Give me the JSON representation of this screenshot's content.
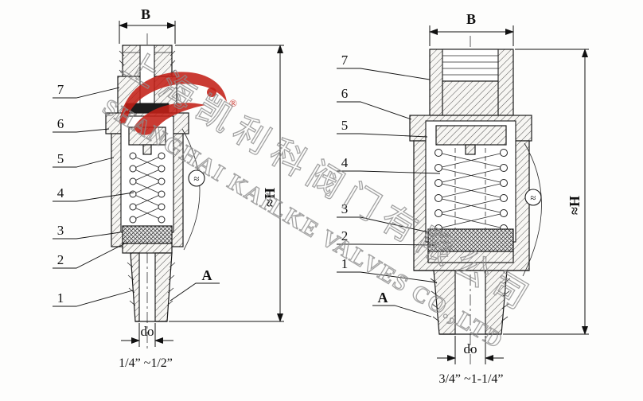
{
  "watermark": {
    "chinese": "上海凯利科阀门有限公司",
    "english": "SHANGHAI KAILKE VALVES CO.,LTD",
    "registered": "®"
  },
  "views": {
    "left": {
      "caption": "1/4” ~1/2”",
      "dim_width": "B",
      "dim_height": "≈H",
      "dim_bore": "do",
      "section_label": "A",
      "detail_marker": "≈",
      "parts": [
        "7",
        "6",
        "5",
        "4",
        "3",
        "2",
        "1"
      ]
    },
    "right": {
      "caption": "3/4” ~1-1/4”",
      "dim_width": "B",
      "dim_height": "≈H",
      "dim_bore": "do",
      "section_label": "A",
      "detail_marker": "≈",
      "parts": [
        "7",
        "6",
        "5",
        "4",
        "3",
        "2",
        "1"
      ]
    }
  }
}
